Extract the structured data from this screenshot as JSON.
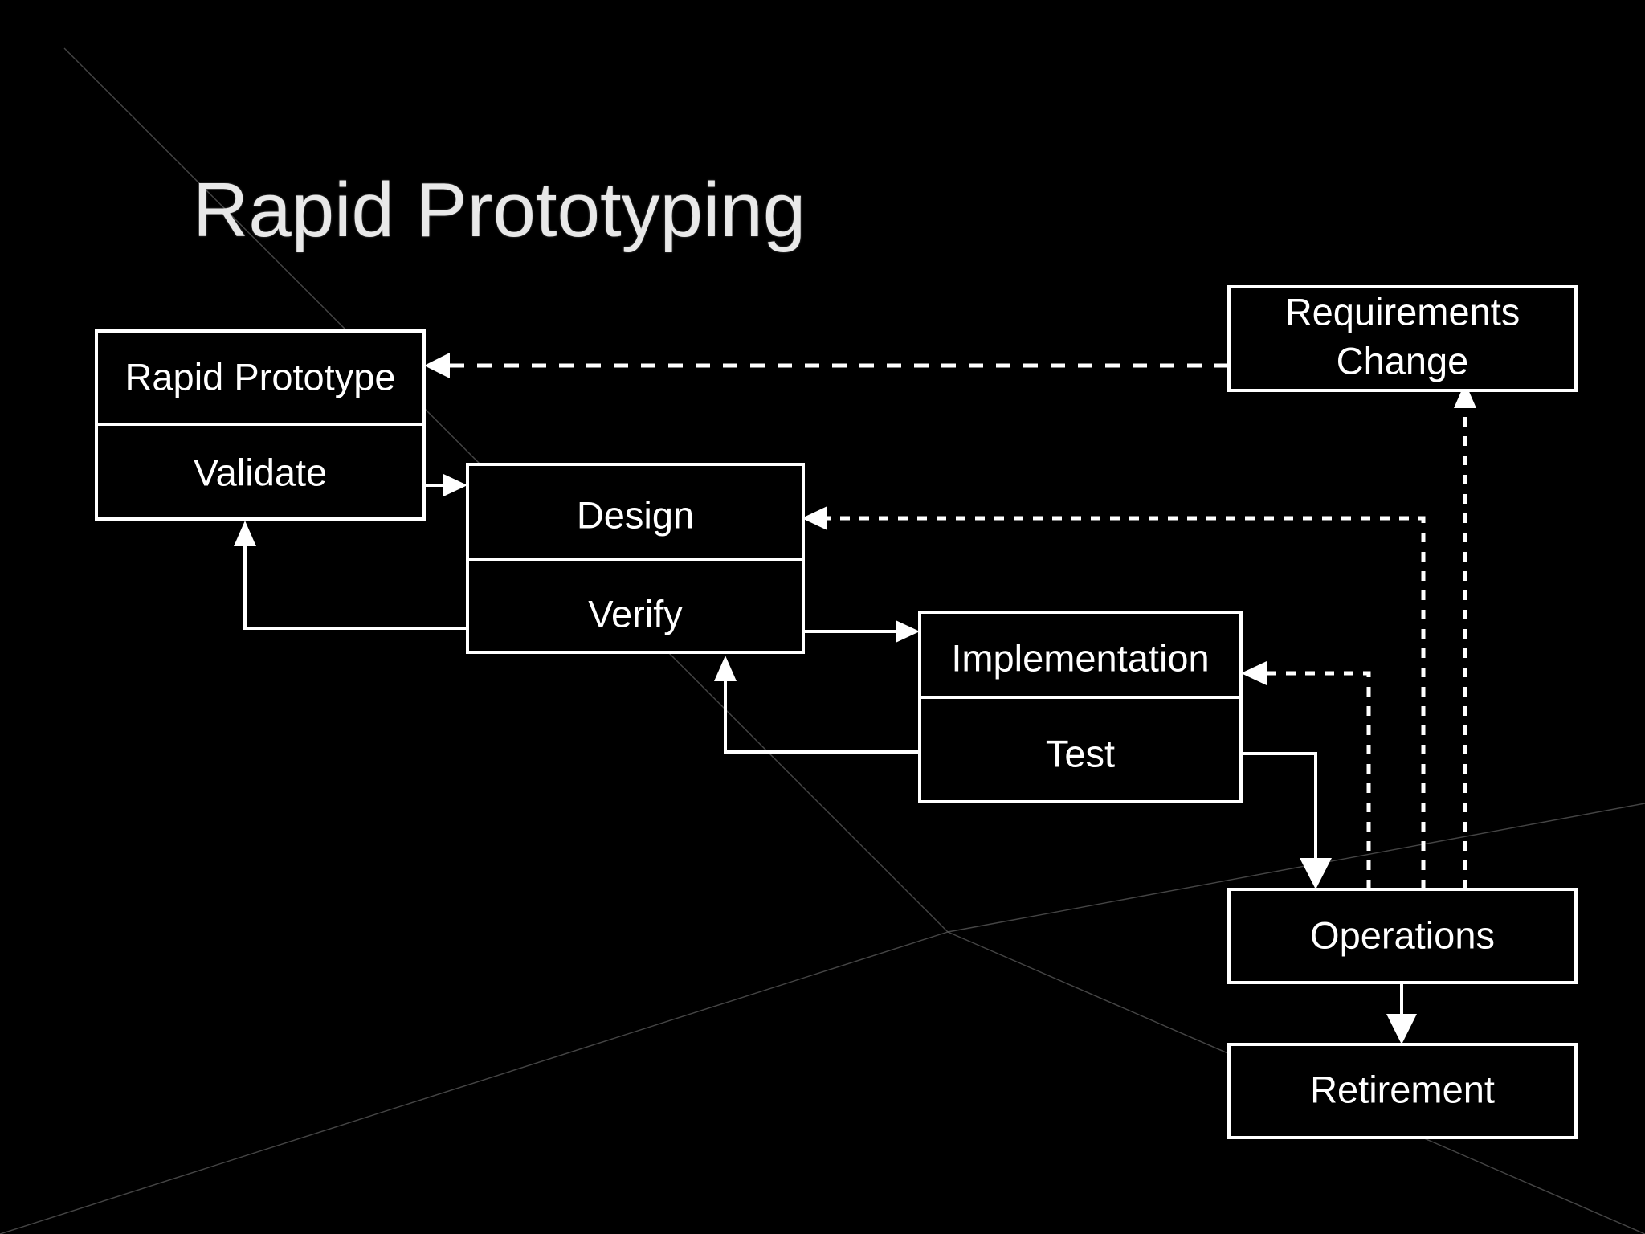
{
  "slide": {
    "title": "Rapid Prototyping",
    "background_color": "#000000",
    "foreground_color": "#ffffff",
    "title_color": "#e8e8e8"
  },
  "diagram": {
    "type": "process-flow-diagram",
    "nodes": [
      {
        "id": "rapid-prototype",
        "label": "Rapid Prototype"
      },
      {
        "id": "validate",
        "label": "Validate"
      },
      {
        "id": "design",
        "label": "Design"
      },
      {
        "id": "verify",
        "label": "Verify"
      },
      {
        "id": "implementation",
        "label": "Implementation"
      },
      {
        "id": "test",
        "label": "Test"
      },
      {
        "id": "requirements-change",
        "label_line1": "Requirements",
        "label_line2": "Change"
      },
      {
        "id": "operations",
        "label": "Operations"
      },
      {
        "id": "retirement",
        "label": "Retirement"
      }
    ],
    "edges": [
      {
        "from": "validate",
        "to": "design",
        "style": "solid"
      },
      {
        "from": "verify",
        "to": "implementation",
        "style": "solid"
      },
      {
        "from": "verify",
        "to": "validate",
        "style": "solid"
      },
      {
        "from": "test",
        "to": "verify",
        "style": "solid"
      },
      {
        "from": "test",
        "to": "operations",
        "style": "solid"
      },
      {
        "from": "operations",
        "to": "retirement",
        "style": "solid"
      },
      {
        "from": "requirements-change",
        "to": "rapid-prototype",
        "style": "dashed"
      },
      {
        "from": "operations",
        "to": "design",
        "style": "dashed"
      },
      {
        "from": "operations",
        "to": "implementation",
        "style": "dashed"
      },
      {
        "from": "operations",
        "to": "requirements-change",
        "style": "dashed"
      }
    ]
  }
}
